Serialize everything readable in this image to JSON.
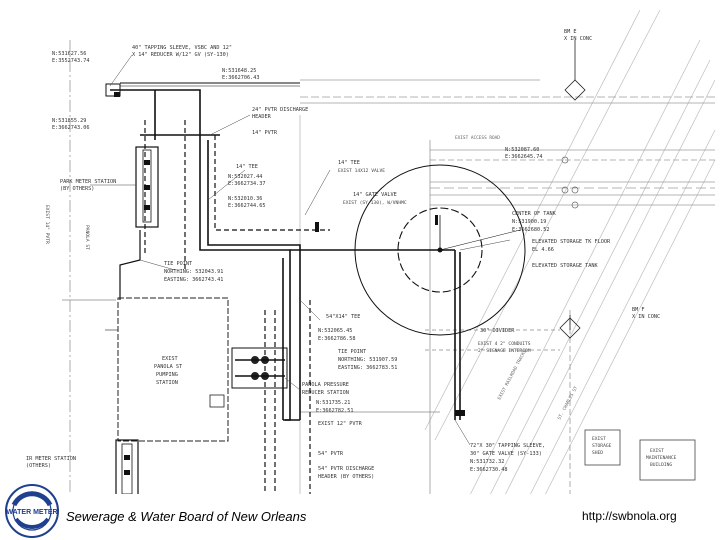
{
  "footer": {
    "organization": "Sewerage & Water Board of New Orleans",
    "url": "http://swbnola.org"
  },
  "logo": {
    "ring_text": "WATER METER"
  },
  "labels": {
    "coord_top_left_n": "N:531627.56",
    "coord_top_left_e": "E:3552743.74",
    "tapping_sleeve_1": "40\" TAPPING SLEEVE, VSBC AND 12\"",
    "tapping_sleeve_2": "X 14\" REDUCER W/12\" GV (SY-130)",
    "coord_tl2_n": "N:531648.25",
    "coord_tl2_e": "E:3662706.43",
    "pvtr_discharge_1": "24\" PVTR DISCHARGE",
    "pvtr_discharge_2": "HEADER",
    "coord_left_n": "N:531855.29",
    "coord_left_e": "E:3662743.06",
    "pvtr_14": "14\" PVTR",
    "tee_14": "14\" TEE",
    "tee_coord_n": "N:532027.44",
    "tee_coord_e": "E:3662734.37",
    "valve_coord_n": "N:532010.36",
    "valve_coord_e": "E:3662744.65",
    "park_meter_1": "PARK METER STATION",
    "park_meter_2": "(BY OTHERS)",
    "exist_tee": "14\" TEE",
    "exist_tee_sub": "EXIST 14X12 VALVE",
    "gate_valve": "14\" GATE VALVE",
    "gate_valve_sub": "EXIST (SY-130), W/VNHMC",
    "bm_top_1": "BM E",
    "bm_top_2": "X IN CONC",
    "coord_right_n": "N:532087.60",
    "coord_right_e": "E:3662645.74",
    "center_tank_1": "CENTER OF TANK",
    "center_tank_2": "N:531900.19",
    "center_tank_3": "E:3662680.52",
    "elevated_1": "ELEVATED STORAGE TK FLOOR",
    "elevated_2": "EL 4.66",
    "elevated_tank": "ELEVATED STORAGE TANK",
    "bm_right_1": "BM F",
    "bm_right_2": "X IN CONC",
    "tie_point_1": "TIE POINT",
    "tie_point_2": "NORTHING: 532043.91",
    "tie_point_3": "EASTING: 3662743.41",
    "pvtr_54": "54\"X14\" TEE",
    "tee_54_n": "N:532065.45",
    "tee_54_e": "E:3662786.58",
    "tie_point_b1": "TIE POINT",
    "tie_point_b2": "NORTHING: 531907.59",
    "tie_point_b3": "EASTING: 3662783.51",
    "exist_panola_1": "EXIST",
    "exist_panola_2": "PANOLA ST",
    "exist_panola_3": "PUMPING",
    "exist_panola_4": "STATION",
    "panola_pressure_1": "PANOLA PRESSURE",
    "panola_pressure_2": "REDUCER STATION",
    "panola_n": "N:531735.21",
    "panola_e": "E:3662782.51",
    "exist_pvtr": "EXIST 12\" PVTR",
    "pvtr_30": "30\" DIVIDER",
    "exist_conduits_1": "EXIST 4 2\" CONDUITS",
    "exist_conduits_2": "2\" SIGNAGE INTERCOM",
    "ir_meter_1": "IR METER STATION",
    "ir_meter_2": "(OTHERS)",
    "pvtr_54_b": "54\" PVTR",
    "pvtr_discharge_b1": "54\" PVTR DISCHARGE",
    "pvtr_discharge_b2": "HEADER (BY OTHERS)",
    "tapping_bottom_1": "72\"X 30\" TAPPING SLEEVE,",
    "tapping_bottom_2": "30\" GATE VALVE (SY-133)",
    "tapping_bottom_n": "N:531732.32",
    "tapping_bottom_e": "E:3662730.48",
    "exist_bldg_1": "EXIST",
    "exist_bldg_2": "STORAGE",
    "exist_bldg_3": "SHED",
    "exist_bldg_b1": "EXIST",
    "exist_bldg_b2": "MAINTENANCE",
    "exist_bldg_b3": "BUILDING",
    "left_vertical": "EXIST 14\" PVTR",
    "left_vertical_2": "PANOLA ST",
    "diag_road_1": "EXIST ACCESS ROAD",
    "diag_rail_1": "EXIST RAILROAD TRACKS",
    "diag_street": "ST. CHARLES ST"
  }
}
